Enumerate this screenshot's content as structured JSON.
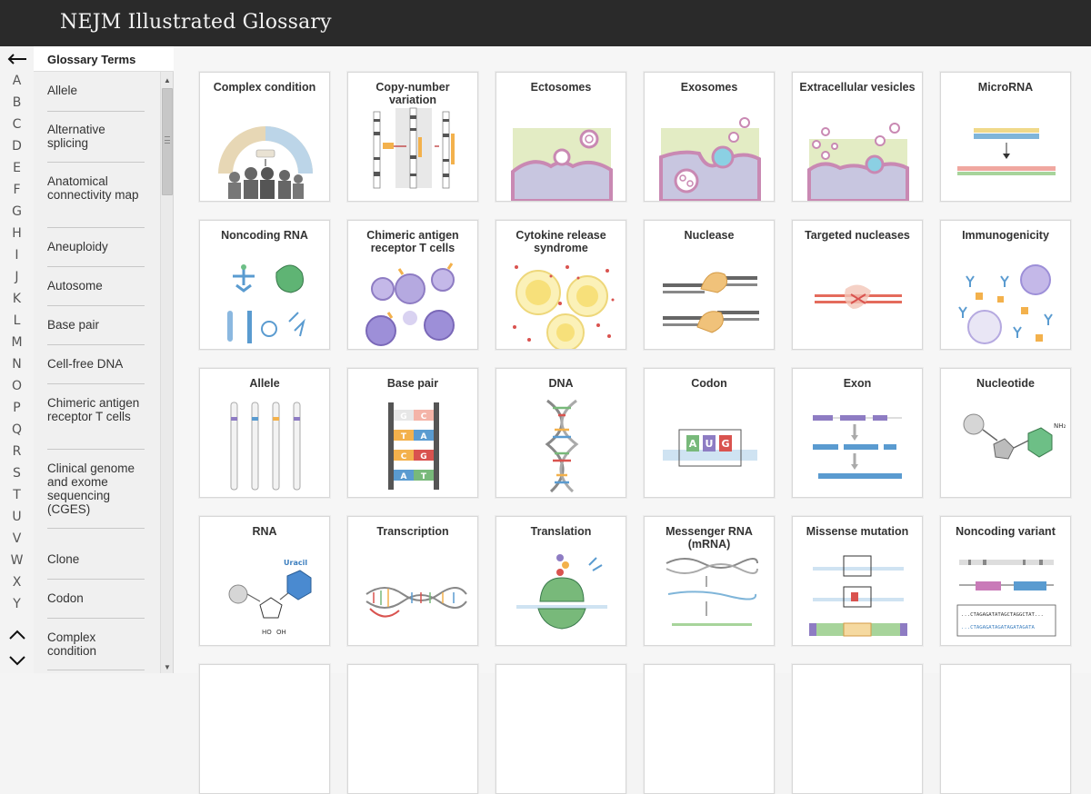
{
  "app": {
    "title": "NEJM Illustrated Glossary"
  },
  "sidebar": {
    "heading": "Glossary Terms",
    "back_icon": "left-arrow-icon",
    "letters": [
      "A",
      "B",
      "C",
      "D",
      "E",
      "F",
      "G",
      "H",
      "I",
      "J",
      "K",
      "L",
      "M",
      "N",
      "O",
      "P",
      "Q",
      "R",
      "S",
      "T",
      "U",
      "V",
      "W",
      "X",
      "Y"
    ],
    "terms": [
      {
        "label": "Allele"
      },
      {
        "label": "Alternative splicing"
      },
      {
        "label": "Anatomical connectivity map"
      },
      {
        "label": "Aneuploidy"
      },
      {
        "label": "Autosome"
      },
      {
        "label": "Base pair"
      },
      {
        "label": "Cell-free DNA"
      },
      {
        "label": "Chimeric antigen receptor T cells"
      },
      {
        "label": "Clinical genome and exome sequencing (CGES)"
      },
      {
        "label": "Clone"
      },
      {
        "label": "Codon"
      },
      {
        "label": "Complex condition"
      }
    ]
  },
  "cards": [
    {
      "title": "Complex condition",
      "icon": "complex-condition-illustration"
    },
    {
      "title": "Copy-number variation",
      "icon": "copy-number-variation-illustration"
    },
    {
      "title": "Ectosomes",
      "icon": "ectosomes-illustration"
    },
    {
      "title": "Exosomes",
      "icon": "exosomes-illustration"
    },
    {
      "title": "Extracellular vesicles",
      "icon": "extracellular-vesicles-illustration"
    },
    {
      "title": "MicroRNA",
      "icon": "microrna-illustration"
    },
    {
      "title": "Noncoding RNA",
      "icon": "noncoding-rna-illustration"
    },
    {
      "title": "Chimeric antigen receptor T cells",
      "icon": "car-t-cells-illustration"
    },
    {
      "title": "Cytokine release syndrome",
      "icon": "cytokine-release-illustration"
    },
    {
      "title": "Nuclease",
      "icon": "nuclease-illustration"
    },
    {
      "title": "Targeted nucleases",
      "icon": "targeted-nucleases-illustration"
    },
    {
      "title": "Immunogenicity",
      "icon": "immunogenicity-illustration"
    },
    {
      "title": "Allele",
      "icon": "allele-illustration"
    },
    {
      "title": "Base pair",
      "icon": "base-pair-illustration",
      "letters": [
        "G",
        "C",
        "T",
        "A",
        "C",
        "G",
        "A",
        "T"
      ]
    },
    {
      "title": "DNA",
      "icon": "dna-illustration"
    },
    {
      "title": "Codon",
      "icon": "codon-illustration",
      "letters": [
        "A",
        "U",
        "G"
      ]
    },
    {
      "title": "Exon",
      "icon": "exon-illustration"
    },
    {
      "title": "Nucleotide",
      "icon": "nucleotide-illustration",
      "label": "NH₂"
    },
    {
      "title": "RNA",
      "icon": "rna-illustration",
      "label": "Uracil",
      "hydroxyls": [
        "HO",
        "OH"
      ]
    },
    {
      "title": "Transcription",
      "icon": "transcription-illustration"
    },
    {
      "title": "Translation",
      "icon": "translation-illustration"
    },
    {
      "title": "Messenger RNA (mRNA)",
      "icon": "mrna-illustration"
    },
    {
      "title": "Missense mutation",
      "icon": "missense-mutation-illustration"
    },
    {
      "title": "Noncoding variant",
      "icon": "noncoding-variant-illustration",
      "seq": [
        "...CTAGAGATATAGCTAGGCTAT...",
        "...CTAGAGATAGATAGATAGATA"
      ]
    }
  ],
  "colors": {
    "topbar": "#2a2a2a",
    "membrane": "#c989b3",
    "vesicle_fill": "#8bd0e3",
    "cell_fill": "#c8c6e0",
    "accent_purple": "#8e7cc3",
    "accent_green": "#78b97a"
  }
}
